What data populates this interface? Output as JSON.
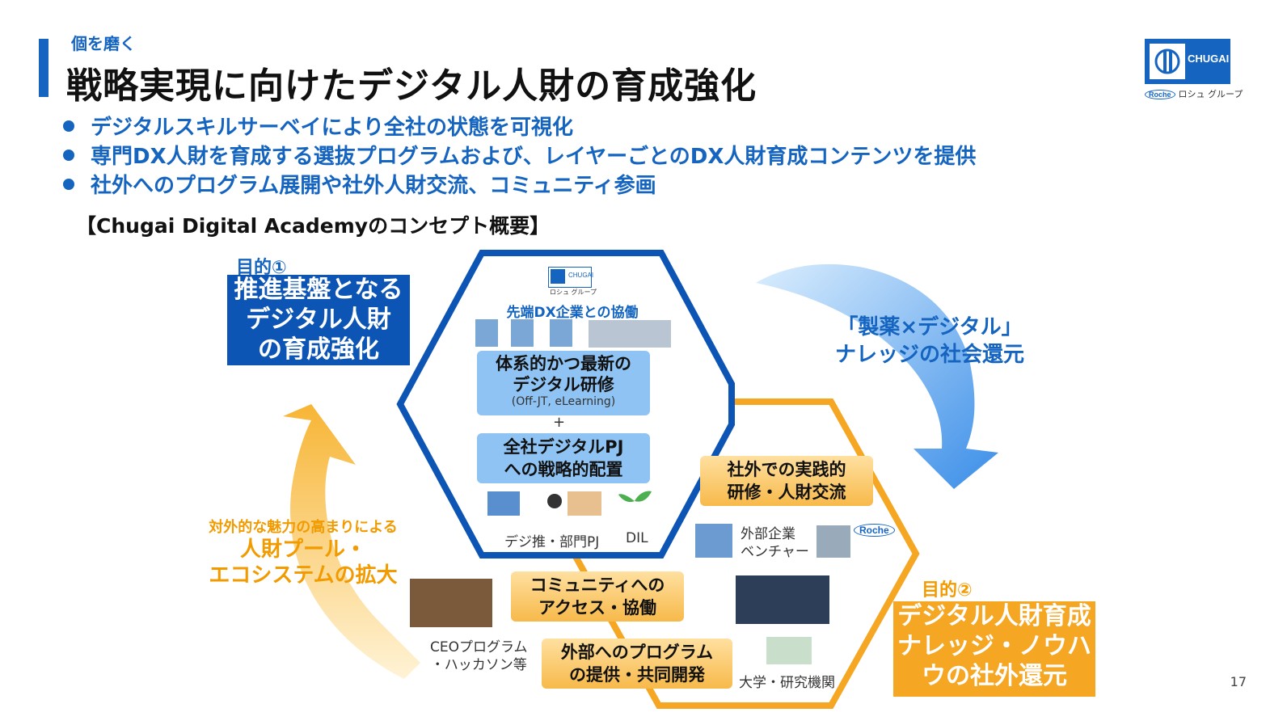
{
  "header": {
    "subtitle": "個を磨く",
    "title": "戦略実現に向けたデジタル人財の育成強化",
    "bullets": [
      "デジタルスキルサーベイにより全社の状態を可視化",
      "専門DX人財を育成する選抜プログラムおよび、レイヤーごとのDX人財育成コンテンツを提供",
      "社外へのプログラム展開や社外人財交流、コミュニティ参画"
    ],
    "concept_heading": "【Chugai Digital Academyのコンセプト概要】"
  },
  "logo": {
    "name": "CHUGAI",
    "roche": "Roche",
    "group": "ロシュ グループ"
  },
  "goal1": {
    "label": "目的①",
    "lines": [
      "推進基盤となる",
      "デジタル人財",
      "の育成強化"
    ]
  },
  "goal2": {
    "label": "目的②",
    "lines": [
      "デジタル人財育成",
      "ナレッジ・ノウハ",
      "ウの社外還元"
    ]
  },
  "right_arrow_text": [
    "「製薬×デジタル」",
    "ナレッジの社会還元"
  ],
  "left_arrow_text": {
    "small": "対外的な魅力の高まりによる",
    "big": [
      "人財プール・",
      "エコシステムの拡大"
    ]
  },
  "inner_hex": {
    "logo_name": "CHUGAI",
    "logo_group": "ロシュ グループ",
    "partner_label": "先端DX企業との協働",
    "training_box": {
      "lines": [
        "体系的かつ最新の",
        "デジタル研修"
      ],
      "sub": "(Off-JT, eLearning)"
    },
    "plus": "+",
    "pj_box": {
      "lines": [
        "全社デジタルPJ",
        "への戦略的配置"
      ]
    },
    "bottom_labels": [
      "デジ推・部門PJ",
      "DIL"
    ]
  },
  "outer_hex": {
    "external_box": {
      "lines": [
        "社外での実践的",
        "研修・人財交流"
      ]
    },
    "external_company": [
      "外部企業",
      "ベンチャー"
    ],
    "roche": "Roche",
    "community_box": {
      "lines": [
        "コミュニティへの",
        "アクセス・協働"
      ]
    },
    "program_box": {
      "lines": [
        "外部へのプログラム",
        "の提供・共同開発"
      ]
    },
    "ceo_text": [
      "CEOプログラム",
      "・ハッカソン等"
    ],
    "university_text": "大学・研究機関"
  },
  "page_number": "17",
  "colors": {
    "blue": "#1565c0",
    "dark_blue": "#0d55b5",
    "orange": "#f5a623",
    "light_blue": "#8ec3f3"
  }
}
